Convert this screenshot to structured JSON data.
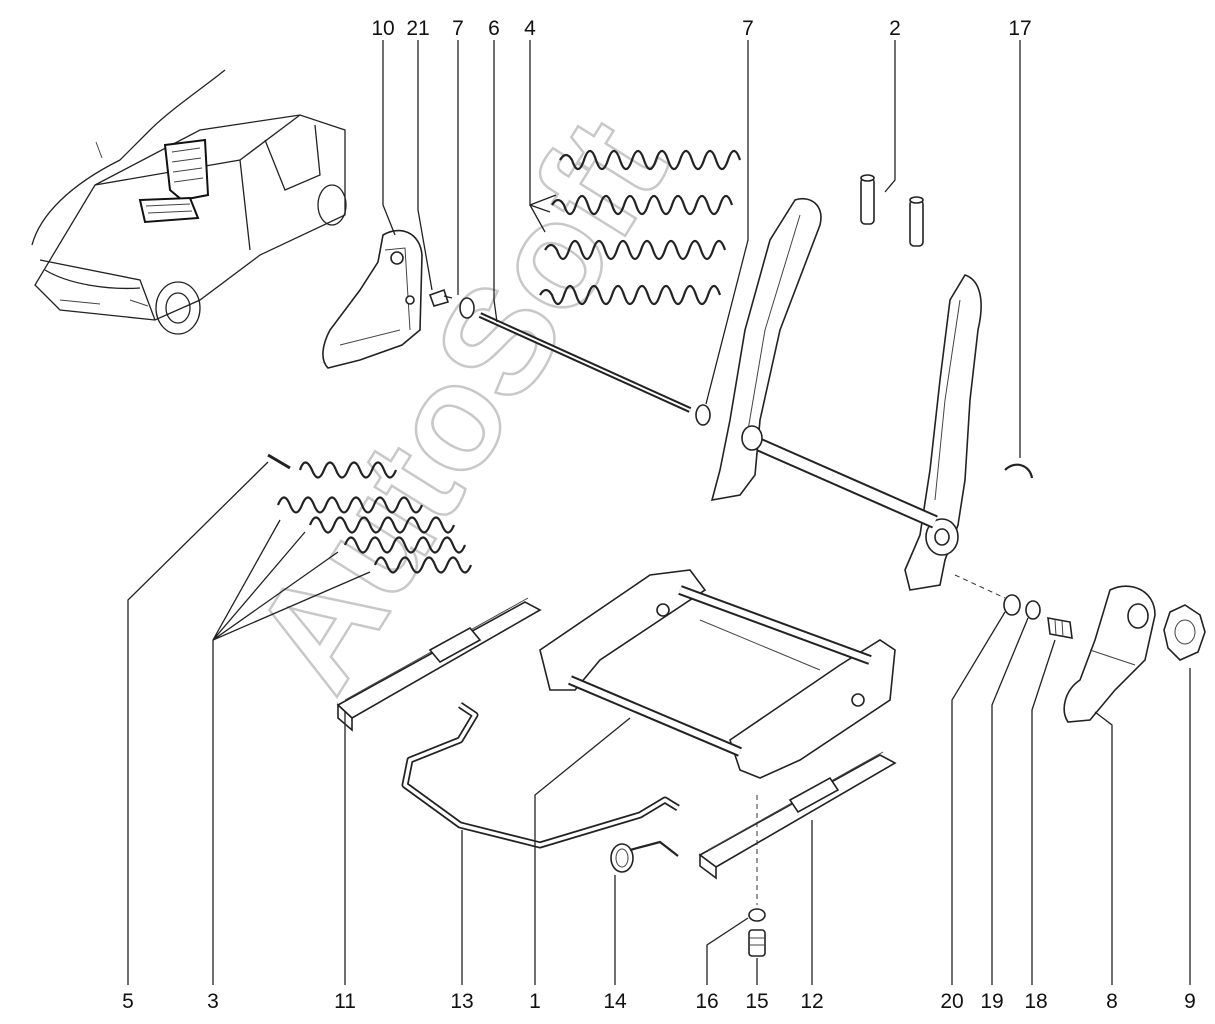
{
  "watermark": "AutoSoft",
  "callouts_top": [
    {
      "id": "c10",
      "text": "10"
    },
    {
      "id": "c21",
      "text": "21"
    },
    {
      "id": "c7a",
      "text": "7"
    },
    {
      "id": "c6",
      "text": "6"
    },
    {
      "id": "c4",
      "text": "4"
    },
    {
      "id": "c7b",
      "text": "7"
    },
    {
      "id": "c2",
      "text": "2"
    },
    {
      "id": "c17",
      "text": "17"
    }
  ],
  "callouts_bottom": [
    {
      "id": "c5",
      "text": "5"
    },
    {
      "id": "c3",
      "text": "3"
    },
    {
      "id": "c11",
      "text": "11"
    },
    {
      "id": "c13",
      "text": "13"
    },
    {
      "id": "c1",
      "text": "1"
    },
    {
      "id": "c14",
      "text": "14"
    },
    {
      "id": "c16",
      "text": "16"
    },
    {
      "id": "c15",
      "text": "15"
    },
    {
      "id": "c12",
      "text": "12"
    },
    {
      "id": "c20",
      "text": "20"
    },
    {
      "id": "c19",
      "text": "19"
    },
    {
      "id": "c18",
      "text": "18"
    },
    {
      "id": "c8",
      "text": "8"
    },
    {
      "id": "c9",
      "text": "9"
    }
  ]
}
